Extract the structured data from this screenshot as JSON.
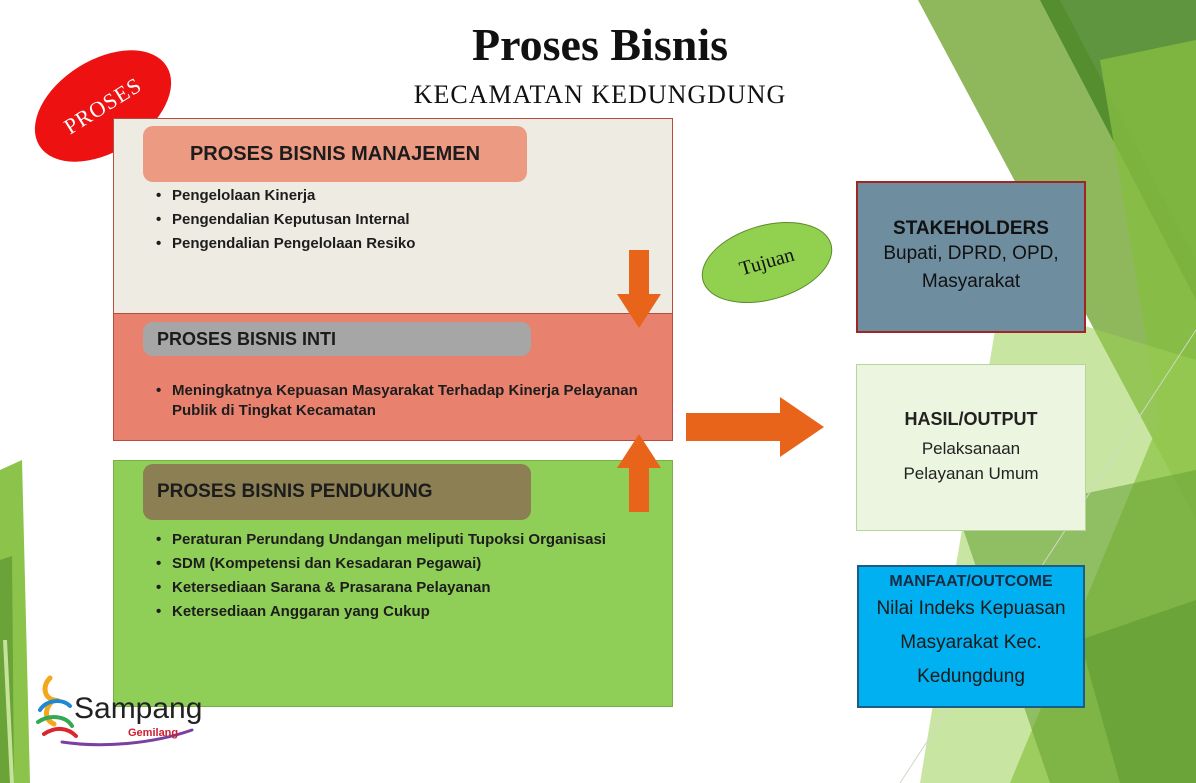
{
  "title": "Proses Bisnis",
  "subtitle": "KECAMATAN KEDUNGDUNG",
  "tag": "PROSES",
  "management": {
    "header": "PROSES BISNIS MANAJEMEN",
    "items": [
      "Pengelolaan Kinerja",
      "Pengendalian Keputusan Internal",
      "Pengendalian Pengelolaan Resiko"
    ]
  },
  "core": {
    "header": "PROSES BISNIS INTI",
    "items": [
      "Meningkatnya Kepuasan Masyarakat Terhadap Kinerja Pelayanan Publik di Tingkat Kecamatan"
    ]
  },
  "support": {
    "header": "PROSES BISNIS PENDUKUNG",
    "items": [
      "Peraturan Perundang Undangan meliputi Tupoksi Organisasi",
      "SDM (Kompetensi dan Kesadaran Pegawai)",
      "Ketersediaan Sarana & Prasarana Pelayanan",
      "Ketersediaan Anggaran yang Cukup"
    ]
  },
  "goal_label": "Tujuan",
  "stakeholders": {
    "title": "STAKEHOLDERS",
    "lines": [
      "Bupati, DPRD, OPD,",
      "Masyarakat"
    ]
  },
  "output": {
    "title": "HASIL/OUTPUT",
    "lines": [
      "Pelaksanaan",
      "Pelayanan Umum"
    ]
  },
  "outcome": {
    "title": "MANFAAT/OUTCOME",
    "lines": [
      "Nilai Indeks Kepuasan",
      "Masyarakat Kec.",
      "Kedungdung"
    ]
  },
  "logo": {
    "name": "Sampang",
    "tagline": "Gemilang"
  },
  "colors": {
    "arrow": "#e8641b",
    "green": "#92d050",
    "tag_red": "#ee1111"
  }
}
